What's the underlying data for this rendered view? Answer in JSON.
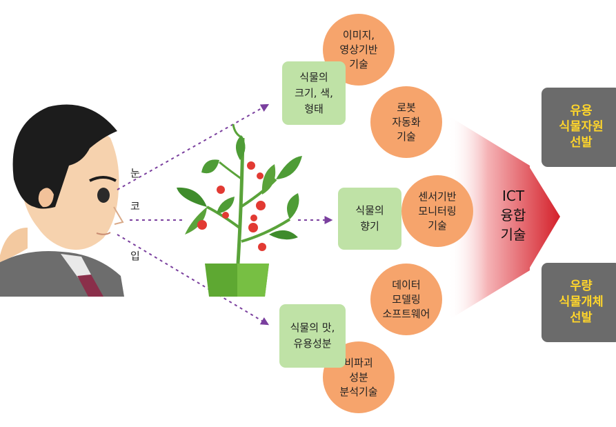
{
  "senses": {
    "eye": "눈",
    "nose": "코",
    "mouth": "입"
  },
  "measurements": {
    "size_color_shape": "식물의\n크기, 색,\n형태",
    "scent": "식물의\n향기",
    "taste_components": "식물의 맛,\n유용성분"
  },
  "technologies": {
    "image_video": "이미지,\n영상기반\n기술",
    "robot_automation": "로봇\n자동화\n기술",
    "sensor_monitoring": "센서기반\n모니터링\n기술",
    "data_modeling": "데이터\n모델링\n소프트웨어",
    "nondestructive": "비파괴\n성분\n분석기술"
  },
  "convergence": "ICT\n융합\n기술",
  "outcomes": {
    "useful_selection": "유용\n식물자원\n선발",
    "superior_selection": "우량\n식물개체\n선발"
  },
  "colors": {
    "circle": "#f6a46c",
    "green_box": "#bfe2a6",
    "dark_box": "#6b6b6b",
    "outcome_text": "#ffd52b",
    "arrow_dotted": "#7a3f9e",
    "arrow_red": "#d4202a"
  }
}
